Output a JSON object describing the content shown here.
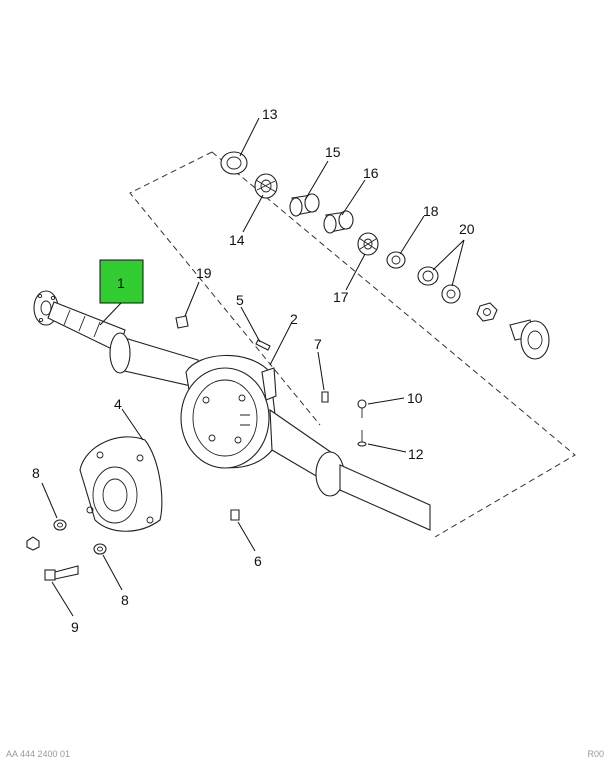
{
  "diagram": {
    "highlight_color": "#33cc33",
    "callouts": {
      "c1": "1",
      "c2": "2",
      "c4": "4",
      "c5": "5",
      "c6": "6",
      "c7": "7",
      "c8a": "8",
      "c8b": "8",
      "c9": "9",
      "c10": "10",
      "c12": "12",
      "c13": "13",
      "c14": "14",
      "c15": "15",
      "c16": "16",
      "c17": "17",
      "c18": "18",
      "c19": "19",
      "c20": "20"
    }
  },
  "footer": {
    "left": "AA 444 2400 01",
    "right": "R00"
  }
}
